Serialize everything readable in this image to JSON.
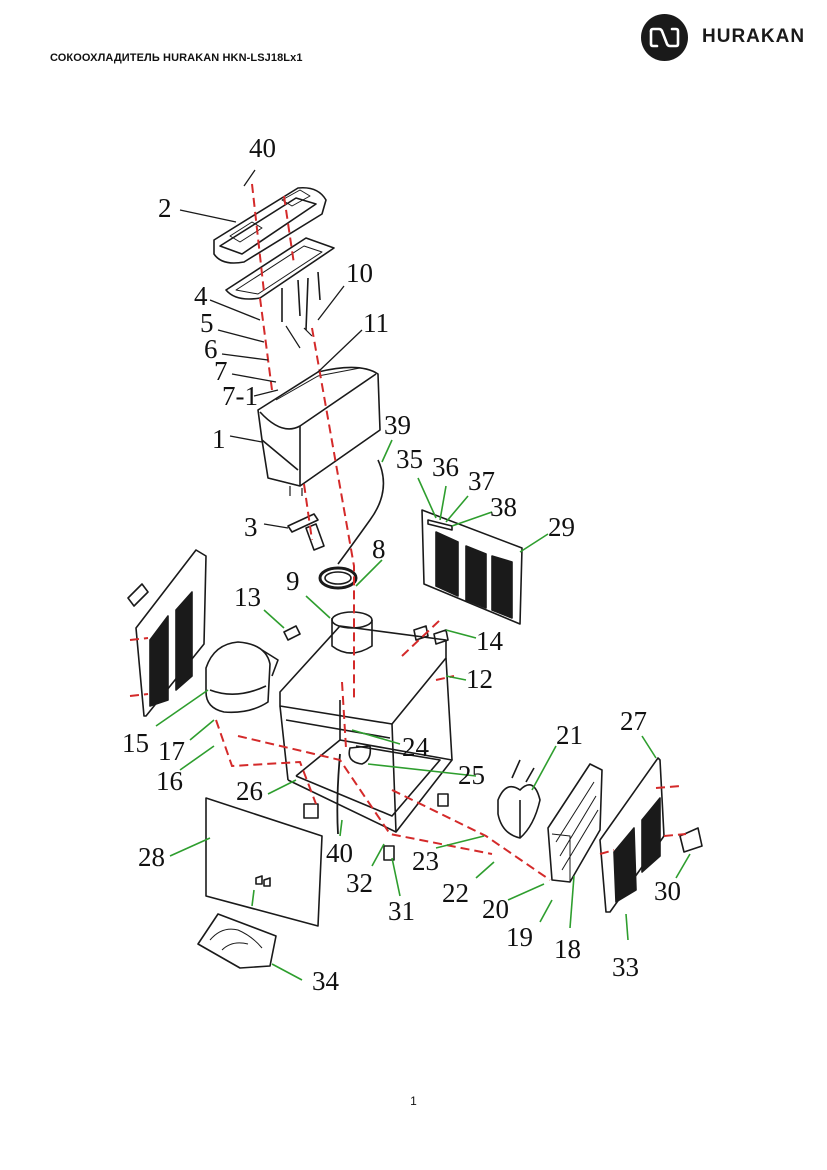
{
  "header": {
    "title": "СОКООХЛАДИТЕЛЬ HURAKAN HKN-LSJ18Lx1",
    "brand": "HURAKAN"
  },
  "parts": {
    "p40a": "40",
    "p2": "2",
    "p10": "10",
    "p4": "4",
    "p11": "11",
    "p5": "5",
    "p6": "6",
    "p7": "7",
    "p7_1": "7-1",
    "p1": "1",
    "p39": "39",
    "p35": "35",
    "p36": "36",
    "p37": "37",
    "p38": "38",
    "p29": "29",
    "p3": "3",
    "p8": "8",
    "p9": "9",
    "p13": "13",
    "p14": "14",
    "p12": "12",
    "p15": "15",
    "p17": "17",
    "p16": "16",
    "p24": "24",
    "p21": "21",
    "p27": "27",
    "p25": "25",
    "p26": "26",
    "p28": "28",
    "p40b": "40",
    "p23": "23",
    "p32": "32",
    "p31": "31",
    "p22": "22",
    "p20": "20",
    "p30": "30",
    "p19": "19",
    "p18": "18",
    "p33": "33",
    "p34": "34"
  },
  "colors": {
    "leader_green": "#2e9e2e",
    "leader_red": "#d42a2a",
    "line": "#1a1a1a"
  },
  "footer": {
    "page_number": "1"
  }
}
